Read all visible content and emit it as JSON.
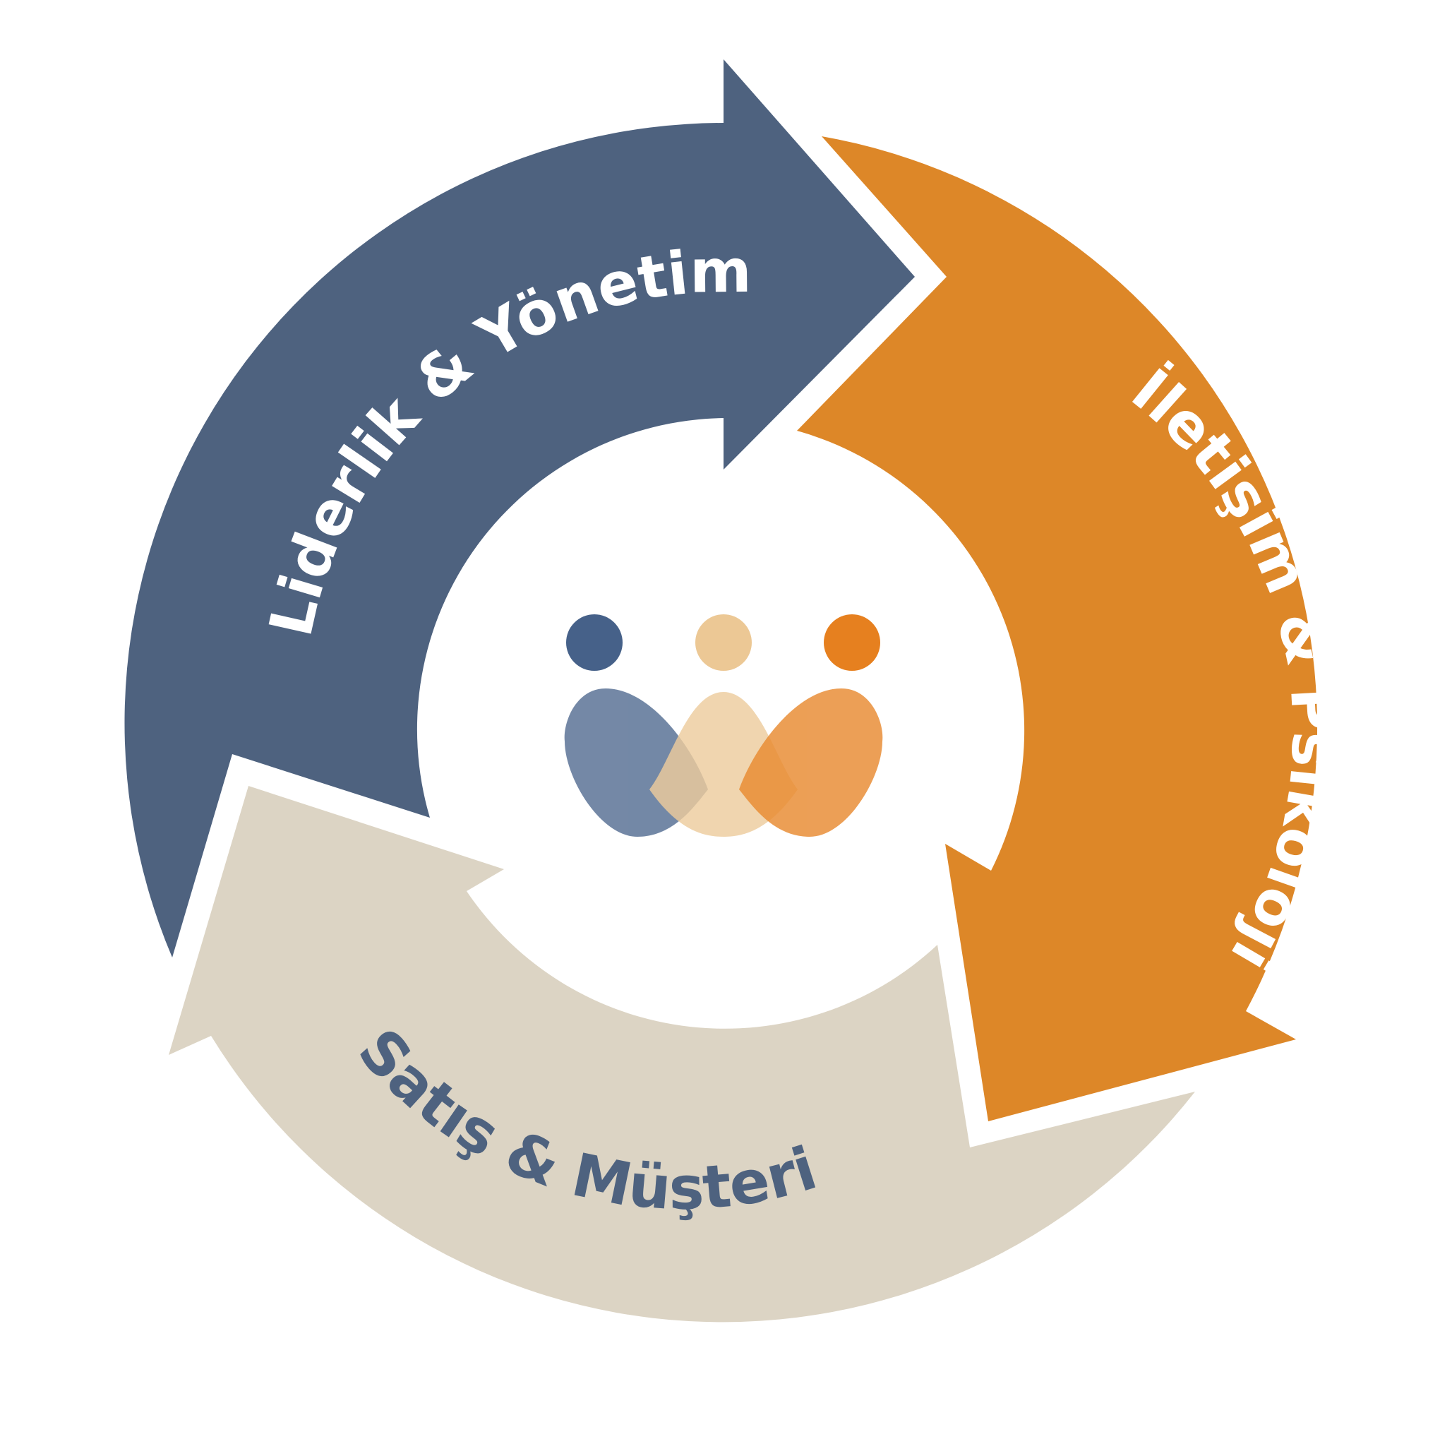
{
  "diagram": {
    "segments": [
      {
        "id": "leadership",
        "label": "Liderlik & Yönetim",
        "color": "#4e627f",
        "text_color": "#ffffff"
      },
      {
        "id": "communication",
        "label": "İletişim & Psikoloji",
        "color": "#dd8728",
        "text_color": "#ffffff"
      },
      {
        "id": "sales",
        "label": "Satış & Müşteri",
        "color": "#dcd4c4",
        "text_color": "#4e627f"
      }
    ],
    "logo": {
      "colors": [
        "#466189",
        "#ecc895",
        "#e6801f"
      ]
    }
  }
}
